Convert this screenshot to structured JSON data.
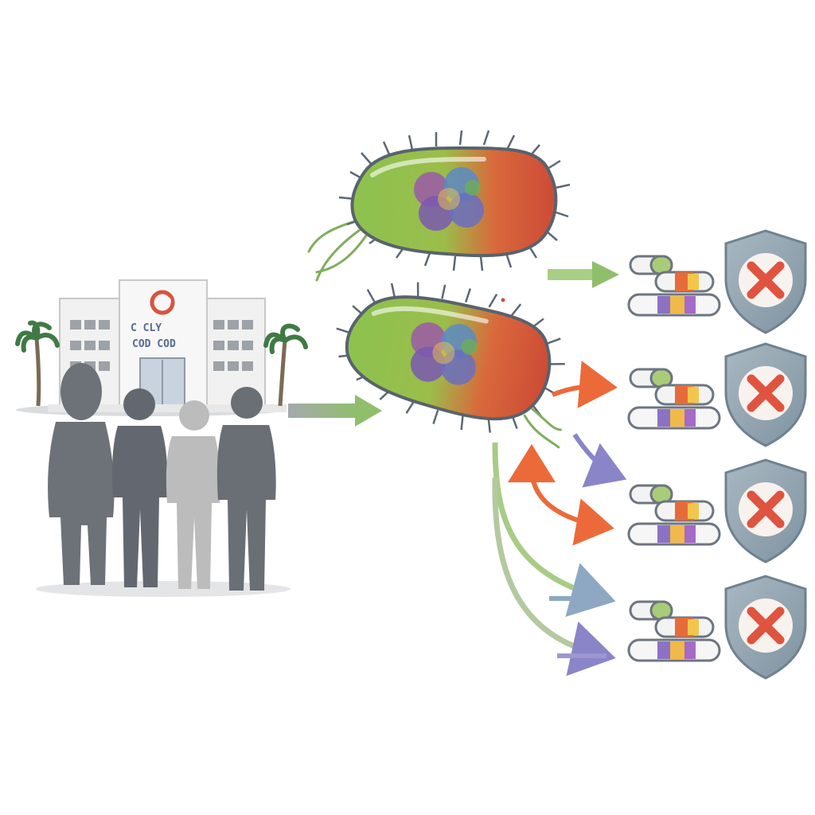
{
  "hospital": {
    "sign_text": "C  CLY",
    "sign_text_2": "COD  COD",
    "logo_icon": "hospital-cross-logo-icon"
  },
  "people": {
    "count": 4
  },
  "bacteria": [
    {
      "name": "upper-bacterium"
    },
    {
      "name": "lower-bacterium"
    }
  ],
  "resistance_rows": [
    {
      "name": "row-1",
      "arrow_color": "#8fbf6a"
    },
    {
      "name": "row-2",
      "arrow_color": "#ec6a3a"
    },
    {
      "name": "row-3",
      "arrow_color": "#ec6a3a"
    },
    {
      "name": "row-4",
      "arrow_color": "#8a84c8"
    }
  ],
  "icons": {
    "shield": "shield-x-icon",
    "pills": "pill-capsules-icon"
  },
  "colors": {
    "person_dark": "#6d7178",
    "person_light": "#bcbcbc",
    "shield": "#8fa1ad",
    "x_mark": "#e0533f",
    "green_arrow": "#8fbf6a",
    "orange_arrow": "#ec6a3a",
    "purple_arrow": "#8a84c8",
    "blue_arrow": "#8ea8c4"
  }
}
